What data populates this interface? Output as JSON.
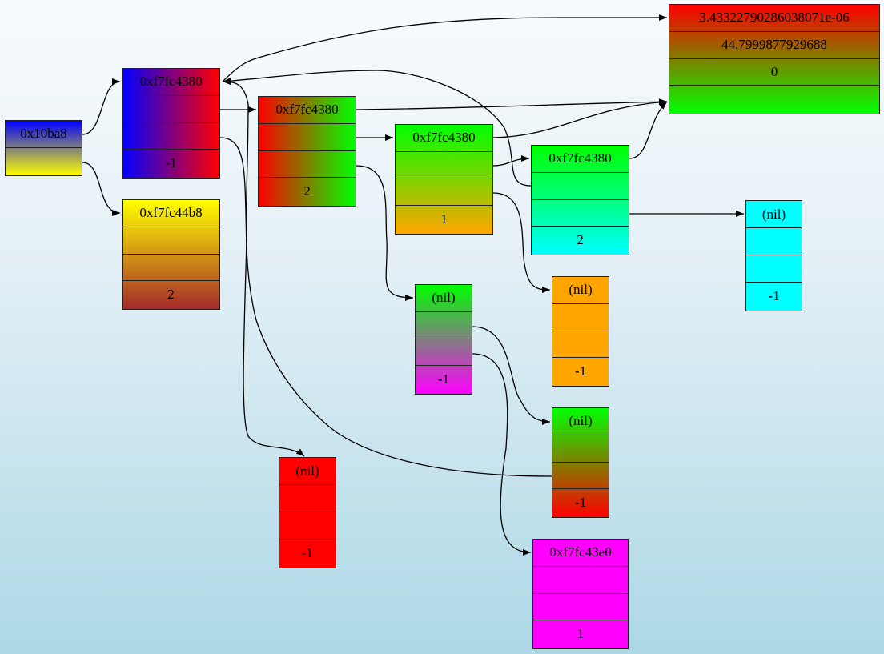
{
  "graph": {
    "background": {
      "top": "#f8fbfd",
      "bottom": "#add8e6"
    },
    "nodes": [
      {
        "id": "root",
        "cells": [
          "0x10ba8",
          ""
        ],
        "gradient": "vertical",
        "colors": [
          "#0000ff",
          "#ffff00"
        ]
      },
      {
        "id": "n1",
        "cells": [
          "0xf7fc4380",
          "",
          "",
          "-1"
        ],
        "gradient": "horizontal",
        "colors": [
          "#0000ff",
          "#ff0000"
        ]
      },
      {
        "id": "n2",
        "cells": [
          "0xf7fc44b8",
          "",
          "",
          "2"
        ],
        "gradient": "vertical",
        "colors": [
          "#ffff00",
          "#a52a2a"
        ]
      },
      {
        "id": "n3",
        "cells": [
          "0xf7fc4380",
          "",
          "",
          "2"
        ],
        "gradient": "horizontal",
        "colors": [
          "#ff0000",
          "#00ff00"
        ]
      },
      {
        "id": "n4",
        "cells": [
          "0xf7fc4380",
          "",
          "",
          "1"
        ],
        "gradient": "vertical",
        "colors": [
          "#00ff00",
          "#ffa500"
        ]
      },
      {
        "id": "n5",
        "cells": [
          "0xf7fc4380",
          "",
          "",
          "2"
        ],
        "gradient": "vertical",
        "colors": [
          "#00ff00",
          "#00ffff"
        ]
      },
      {
        "id": "n6",
        "cells": [
          "3.43322790286038071e-06",
          "44.7999877929688",
          "0",
          ""
        ],
        "gradient": "vertical",
        "colors": [
          "#ff0000",
          "#00ff00"
        ]
      },
      {
        "id": "n7",
        "cells": [
          "(nil)",
          "",
          "",
          "-1"
        ],
        "gradient": "none",
        "colors": [
          "#00ffff"
        ]
      },
      {
        "id": "n8",
        "cells": [
          "(nil)",
          "",
          "",
          "-1"
        ],
        "gradient": "vertical",
        "colors": [
          "#00ff00",
          "#ff00ff"
        ]
      },
      {
        "id": "n9",
        "cells": [
          "(nil)",
          "",
          "",
          "-1"
        ],
        "gradient": "none",
        "colors": [
          "#ffa500"
        ]
      },
      {
        "id": "n10",
        "cells": [
          "(nil)",
          "",
          "",
          "-1"
        ],
        "gradient": "vertical",
        "colors": [
          "#00ff00",
          "#ff0000"
        ]
      },
      {
        "id": "n11",
        "cells": [
          "(nil)",
          "",
          "",
          "-1"
        ],
        "gradient": "none",
        "colors": [
          "#ff0000"
        ]
      },
      {
        "id": "n12",
        "cells": [
          "0xf7fc43e0",
          "",
          "",
          "1"
        ],
        "gradient": "none",
        "colors": [
          "#ff00ff"
        ]
      }
    ],
    "edges": [
      {
        "from": "root:0",
        "to": "n1"
      },
      {
        "from": "root:1",
        "to": "n2"
      },
      {
        "from": "n1:1",
        "to": "n3"
      },
      {
        "from": "n1:2",
        "to": "n11"
      },
      {
        "from": "n1:0",
        "to": "n6:0"
      },
      {
        "from": "n3:0",
        "to": "n6:3"
      },
      {
        "from": "n3:1",
        "to": "n4"
      },
      {
        "from": "n3:2",
        "to": "n8"
      },
      {
        "from": "n4:0",
        "to": "n6:3"
      },
      {
        "from": "n4:1",
        "to": "n5"
      },
      {
        "from": "n4:2",
        "to": "n9"
      },
      {
        "from": "n5:0",
        "to": "n6:3"
      },
      {
        "from": "n5:1",
        "to": "n1"
      },
      {
        "from": "n5:2",
        "to": "n7"
      },
      {
        "from": "n8:1",
        "to": "n10"
      },
      {
        "from": "n8:2",
        "to": "n12"
      },
      {
        "from": "n10:2",
        "to": "n1"
      }
    ]
  }
}
